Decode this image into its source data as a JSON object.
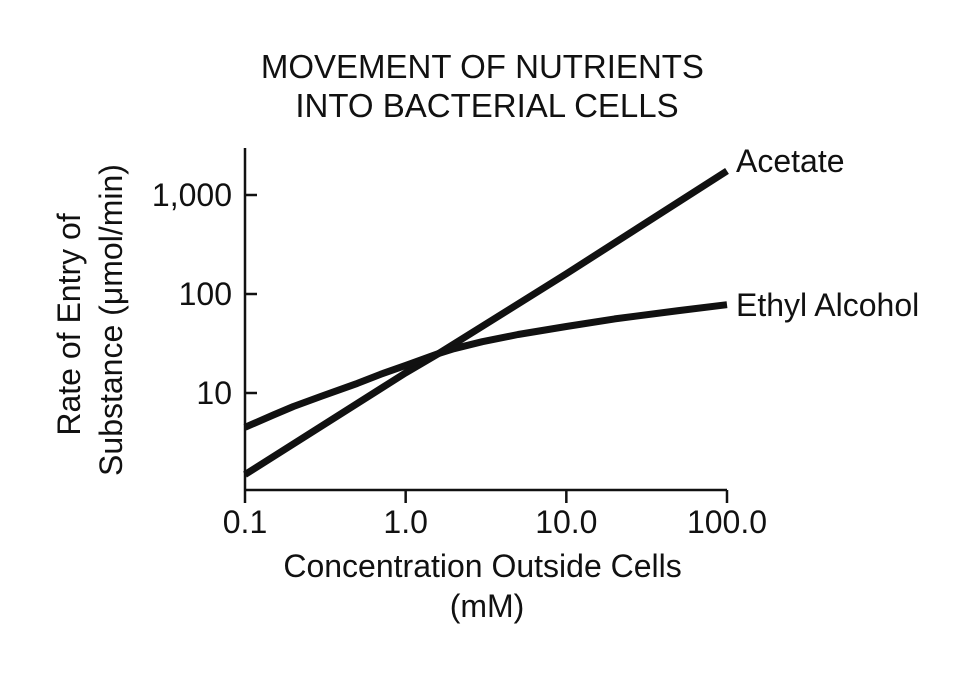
{
  "chart_data": {
    "type": "line",
    "title_lines": [
      "MOVEMENT OF NUTRIENTS",
      "INTO BACTERIAL CELLS"
    ],
    "xlabel_lines": [
      "Concentration Outside Cells",
      "(mM)"
    ],
    "ylabel_lines": [
      "Rate of Entry of",
      "Substance (μmol/min)"
    ],
    "x_scale": "log",
    "y_scale": "log",
    "xlim": [
      0.1,
      100
    ],
    "ylim": [
      1,
      3000
    ],
    "x_ticks": [
      {
        "value": 0.1,
        "label": "0.1"
      },
      {
        "value": 1,
        "label": "1.0"
      },
      {
        "value": 10,
        "label": "10.0"
      },
      {
        "value": 100,
        "label": "100.0"
      }
    ],
    "y_ticks": [
      {
        "value": 10,
        "label": "10"
      },
      {
        "value": 100,
        "label": "100"
      },
      {
        "value": 1000,
        "label": "1,000"
      }
    ],
    "grid": false,
    "legend": "none",
    "series": [
      {
        "name": "Acetate",
        "x": [
          0.1,
          1,
          1.6,
          10,
          100
        ],
        "y": [
          1.5,
          16,
          25,
          160,
          1750
        ]
      },
      {
        "name": "Ethyl Alcohol",
        "x": [
          0.1,
          0.15,
          0.2,
          0.3,
          0.5,
          0.7,
          1,
          1.6,
          2,
          3,
          5,
          10,
          20,
          50,
          100
        ],
        "y": [
          4.5,
          6,
          7.3,
          9.3,
          12.5,
          15.5,
          19,
          25,
          28,
          33,
          39,
          47,
          56,
          68,
          78
        ]
      }
    ]
  }
}
